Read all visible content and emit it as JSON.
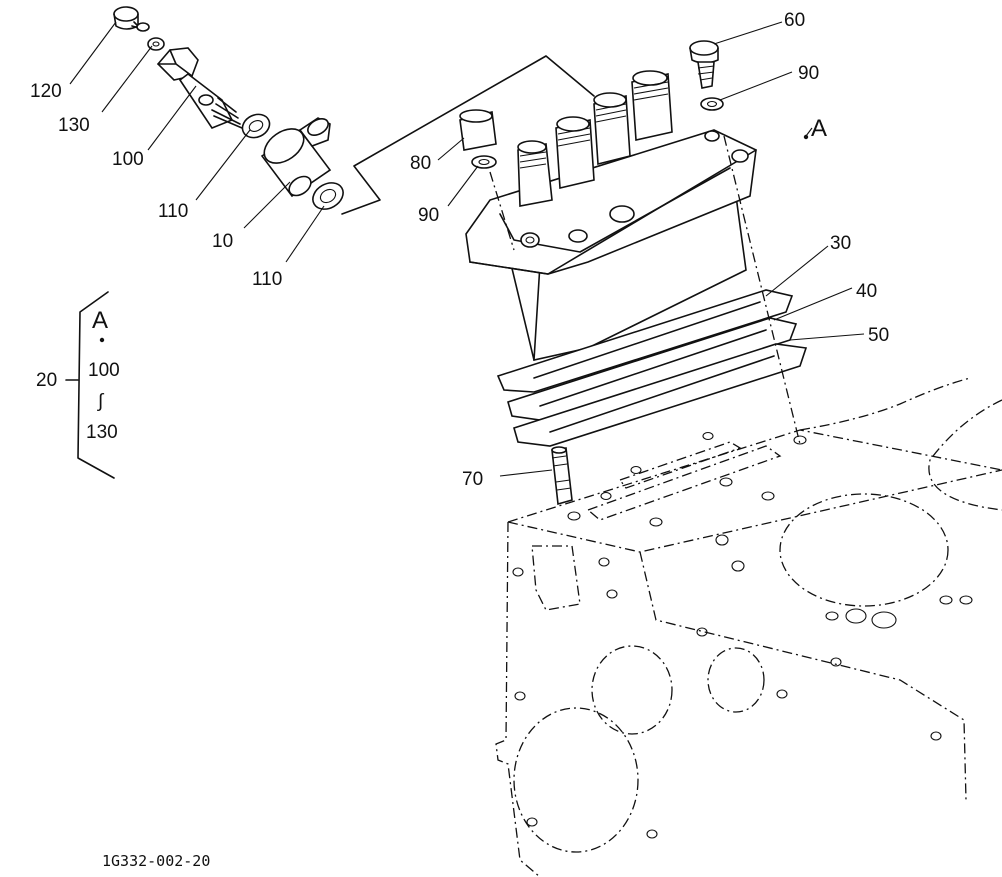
{
  "diagram": {
    "drawing_code": "1G332-002-20",
    "view_marker": "A",
    "callouts": {
      "c120": "120",
      "c130": "130",
      "c100": "100",
      "c110a": "110",
      "c10": "10",
      "c110b": "110",
      "c80": "80",
      "c90a": "90",
      "c60": "60",
      "c90b": "90",
      "cA": "A",
      "c30": "30",
      "c40": "40",
      "c50": "50",
      "c70": "70"
    },
    "assembly_group": {
      "number": "20",
      "marker": "A",
      "from": "100",
      "range_symbol": "∫",
      "to": "130"
    }
  }
}
